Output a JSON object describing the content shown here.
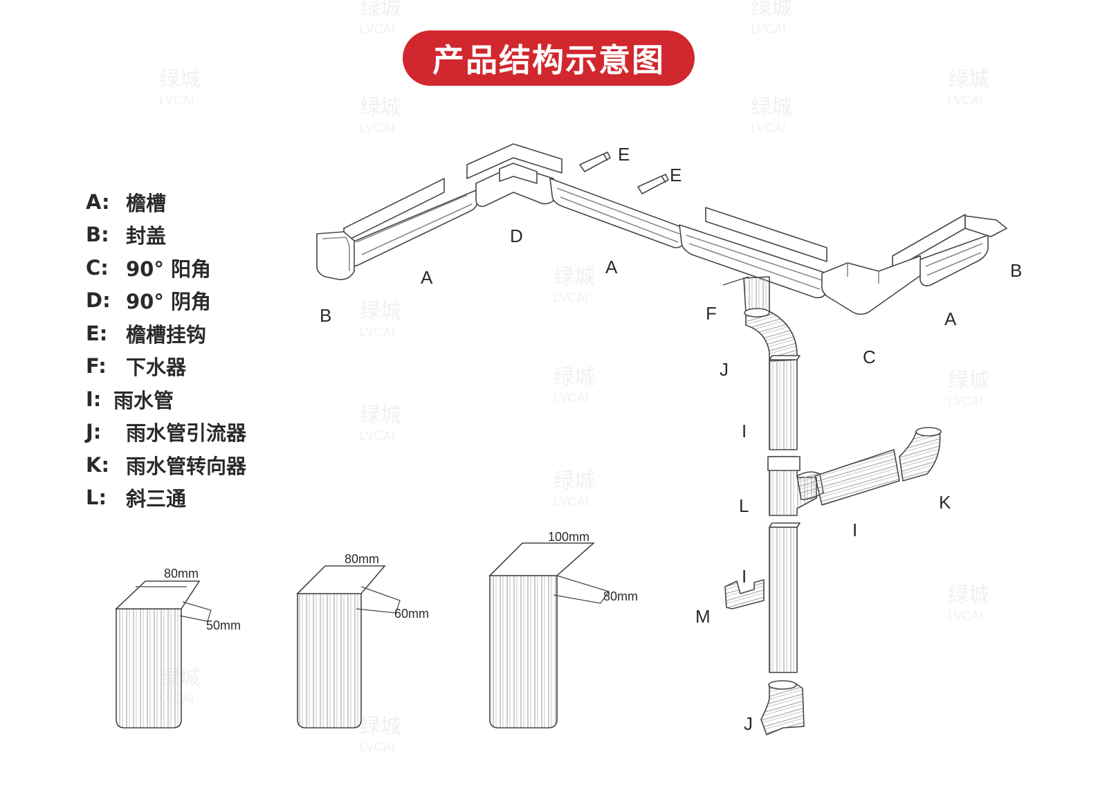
{
  "title": "产品结构示意图",
  "legend": [
    {
      "key": "A:",
      "label": "檐槽"
    },
    {
      "key": "B:",
      "label": "封盖"
    },
    {
      "key": "C:",
      "label": "90° 阳角"
    },
    {
      "key": "D:",
      "label": "90° 阴角"
    },
    {
      "key": "E:",
      "label": "檐槽挂钩"
    },
    {
      "key": "F:",
      "label": "下水器"
    },
    {
      "key": "I:",
      "label": "雨水管"
    },
    {
      "key": "J:",
      "label": "雨水管引流器"
    },
    {
      "key": "K:",
      "label": "雨水管转向器"
    },
    {
      "key": "L:",
      "label": "斜三通"
    }
  ],
  "part_labels": {
    "A": "A",
    "B": "B",
    "C": "C",
    "D": "D",
    "E": "E",
    "F": "F",
    "I": "I",
    "J": "J",
    "K": "K",
    "L": "L",
    "M": "M"
  },
  "sizes": {
    "small": {
      "width": "80mm",
      "depth": "50mm"
    },
    "medium": {
      "width": "80mm",
      "depth": "60mm"
    },
    "large": {
      "width": "100mm",
      "depth": "80mm"
    }
  },
  "watermark": {
    "cn": "绿城",
    "en": "LVCAI"
  },
  "colors": {
    "accent": "#d0282e",
    "line": "#444444",
    "text": "#2a2a2a"
  }
}
